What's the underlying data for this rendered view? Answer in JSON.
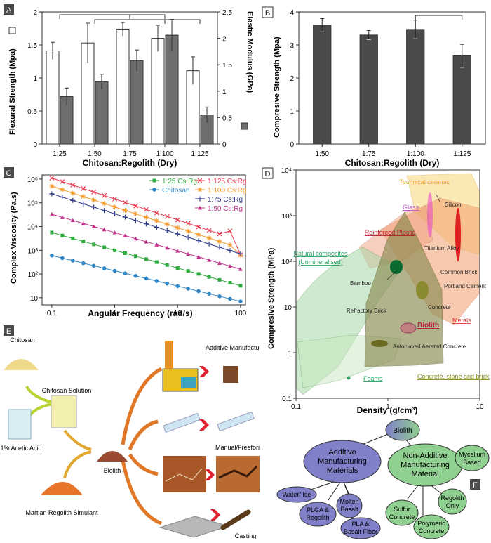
{
  "chart_data": [
    {
      "panel": "A",
      "type": "bar",
      "categories": [
        "1:25",
        "1:50",
        "1:75",
        "1:100",
        "1:125"
      ],
      "xlabel": "Chitosan:Regolith (Dry)",
      "ylabel": "Flexural Strength (Mpa)",
      "y2label": "Elastic Modulus (GPa)",
      "ylim": [
        0,
        2
      ],
      "y2lim": [
        0,
        2.5
      ],
      "yticks": [
        "0",
        "0.5",
        "1",
        "1.5",
        "2"
      ],
      "y2ticks": [
        "0",
        "0.5",
        "1",
        "1.5",
        "2",
        "2.5"
      ],
      "series": [
        {
          "name": "Flexural Strength (Mpa)",
          "color": "#ffffff",
          "values": [
            1.41,
            1.53,
            1.74,
            1.6,
            1.11
          ],
          "err": [
            0.13,
            0.3,
            0.1,
            0.2,
            0.21
          ]
        },
        {
          "name": "Elastic Modulus (GPa)",
          "color": "#6e6e6e",
          "values": [
            0.9,
            1.18,
            1.58,
            2.06,
            0.55
          ],
          "err": [
            0.16,
            0.14,
            0.2,
            0.3,
            0.15
          ]
        }
      ],
      "significance": [
        [
          0,
          2
        ],
        [
          1,
          3
        ],
        [
          2,
          3
        ],
        [
          3,
          4
        ]
      ]
    },
    {
      "panel": "B",
      "type": "bar",
      "categories": [
        "1:50",
        "1:75",
        "1:100",
        "1:125"
      ],
      "xlabel": "Chitosan:Regolith (Dry)",
      "ylabel": "Compresive Strength (Mpa)",
      "ylim": [
        0,
        4
      ],
      "yticks": [
        "0",
        "1",
        "2",
        "3",
        "4"
      ],
      "series": [
        {
          "name": "Compresive Strength",
          "color": "#4a4a4a",
          "values": [
            3.6,
            3.3,
            3.47,
            2.67
          ],
          "err": [
            0.2,
            0.14,
            0.28,
            0.35
          ]
        }
      ],
      "significance": [
        [
          2,
          3
        ]
      ]
    },
    {
      "panel": "C",
      "type": "line",
      "xlabel": "Angular Frequency (rad/s)",
      "ylabel": "Complex Viscosity (Pa.s)",
      "xscale": "log",
      "yscale": "log",
      "xlim": [
        0.1,
        100
      ],
      "ylim": [
        5,
        1500000
      ],
      "xticks": [
        "0.1",
        "1",
        "10",
        "100"
      ],
      "yticks": [
        "10",
        "10²",
        "10³",
        "10⁴",
        "10⁵",
        "10⁶"
      ],
      "legend": [
        "1:25 Cs:Rg",
        "Chitosan",
        "1:125 Cs:Rg",
        "1:100 Cs:Rg",
        "1:75 Cs:Rg",
        "1:50 Cs:Rg"
      ],
      "series": [
        {
          "name": "1:25 Cs:Rg",
          "color": "#2eaa3e",
          "marker": "square",
          "start": 5600,
          "end": 32
        },
        {
          "name": "Chitosan",
          "color": "#2f86c6",
          "marker": "circle",
          "start": 600,
          "end": 7
        },
        {
          "name": "1:125 Cs:Rg",
          "color": "#e8384f",
          "marker": "x",
          "start": 1100000,
          "end": 2500,
          "blip": 6500,
          "last": 650
        },
        {
          "name": "1:100 Cs:Rg",
          "color": "#f39a2a",
          "marker": "star",
          "start": 500000,
          "end": 1200,
          "last": 620
        },
        {
          "name": "1:75 Cs:Rg",
          "color": "#2e3a8c",
          "marker": "plus",
          "start": 240000,
          "end": 700
        },
        {
          "name": "1:50 Cs:Rg",
          "color": "#c2338e",
          "marker": "triangle",
          "start": 33000,
          "end": 160
        }
      ]
    },
    {
      "panel": "D",
      "type": "scatter",
      "xlabel": "Density (g/cm³)",
      "ylabel": "Compresive Strength (MPa)",
      "xscale": "log",
      "yscale": "log",
      "xlim": [
        0.1,
        10
      ],
      "ylim": [
        0.1,
        10000
      ],
      "xticks": [
        "0.1",
        "1",
        "10"
      ],
      "yticks": [
        "0.1",
        "1",
        "10",
        "10²",
        "10³",
        "10⁴"
      ],
      "materials": [
        {
          "name": "Technical ceramic",
          "color": "#f0a830"
        },
        {
          "name": "Silicon",
          "color": "#222222"
        },
        {
          "name": "Glass",
          "color": "#c050c0"
        },
        {
          "name": "Reinforced Plastic",
          "color": "#b0202a"
        },
        {
          "name": "Titanium Alloy",
          "color": "#222222"
        },
        {
          "name": "Natural composites (Unmineralised)",
          "color": "#2aa060"
        },
        {
          "name": "Bamboo",
          "color": "#222222"
        },
        {
          "name": "Common Brick",
          "color": "#222222"
        },
        {
          "name": "Portland Cement",
          "color": "#222222"
        },
        {
          "name": "Concrete",
          "color": "#222222"
        },
        {
          "name": "Refractory Brick",
          "color": "#222222"
        },
        {
          "name": "Biolith",
          "color": "#b02040"
        },
        {
          "name": "Metals",
          "color": "#e03030"
        },
        {
          "name": "Autoclaved Aerated Concrete",
          "color": "#222222"
        },
        {
          "name": "Concrete, stone and brick",
          "color": "#8a8a20"
        },
        {
          "name": "Foams",
          "color": "#2aa060"
        }
      ]
    }
  ],
  "panels": {
    "a": "A",
    "b": "B",
    "c": "C",
    "d": "D",
    "e": "E",
    "f": "F"
  },
  "panel_e": {
    "chitosan": "Chitosan",
    "acid": "1% Acetic Acid",
    "solution": "Chitosan Solution",
    "regolith": "Martian Regolith Simulant",
    "biolith": "Biolith",
    "am": "Additive Manufacturing",
    "manual": "Manual/Freeforming",
    "casting": "Casting"
  },
  "panel_f": {
    "biolith": "Biolith",
    "additive": [
      "Additive",
      "Manufacturing",
      "Materials"
    ],
    "non_additive": [
      "Non-Additive",
      "Manufacturing",
      "Material"
    ],
    "water": "Water/ Ice",
    "plga": [
      "PLGA &",
      "Regolith"
    ],
    "basalt": [
      "Molten",
      "Basalt"
    ],
    "pla": [
      "PLA &",
      "Basalt Fiber"
    ],
    "mycelium": [
      "Mycelium",
      "Based"
    ],
    "regolith_only": [
      "Regolith",
      "Only"
    ],
    "sulfur": [
      "Sulfur",
      "Concrete"
    ],
    "polymeric": [
      "Polymeric",
      "Concrete"
    ]
  }
}
